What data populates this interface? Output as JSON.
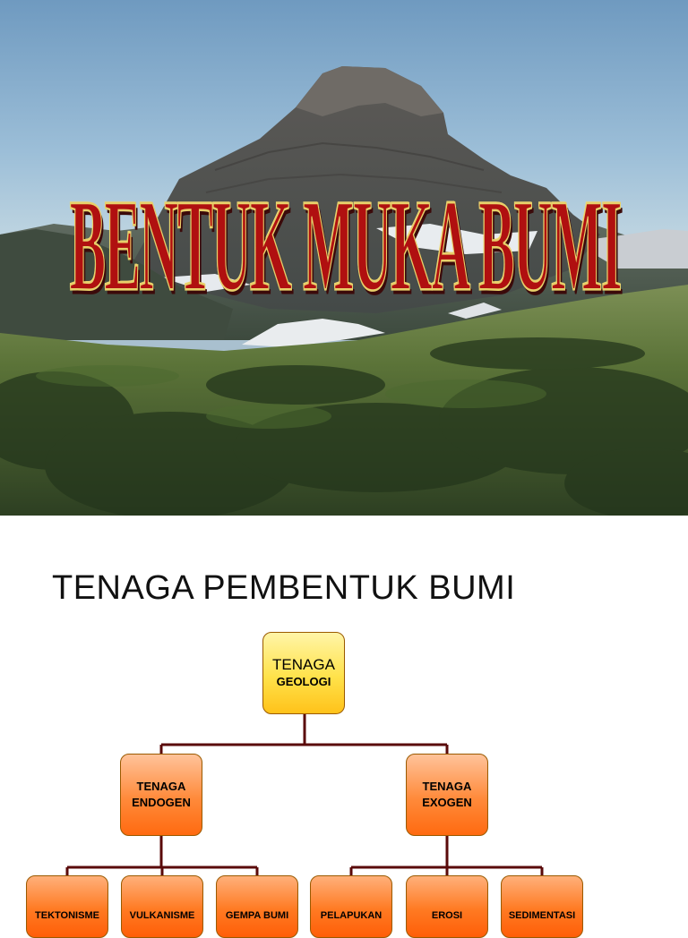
{
  "slide1": {
    "title": "BENTUK MUKA BUMI"
  },
  "slide2": {
    "title": "TENAGA PEMBENTUK BUMI",
    "root": {
      "line1": "TENAGA",
      "line2": "GEOLOGI"
    },
    "endogen": {
      "line1": "TENAGA",
      "line2": "ENDOGEN"
    },
    "exogen": {
      "line1": "TENAGA",
      "line2": "EXOGEN"
    },
    "endogen_children": [
      "TEKTONISME",
      "VULKANISME",
      "GEMPA BUMI"
    ],
    "exogen_children": [
      "PELAPUKAN",
      "EROSI",
      "SEDIMENTASI"
    ],
    "colors": {
      "root_fill": "#ffe24a",
      "node_fill": "#ff8a3a",
      "connector": "#5a0a0a",
      "title_red": "#b01010"
    }
  }
}
